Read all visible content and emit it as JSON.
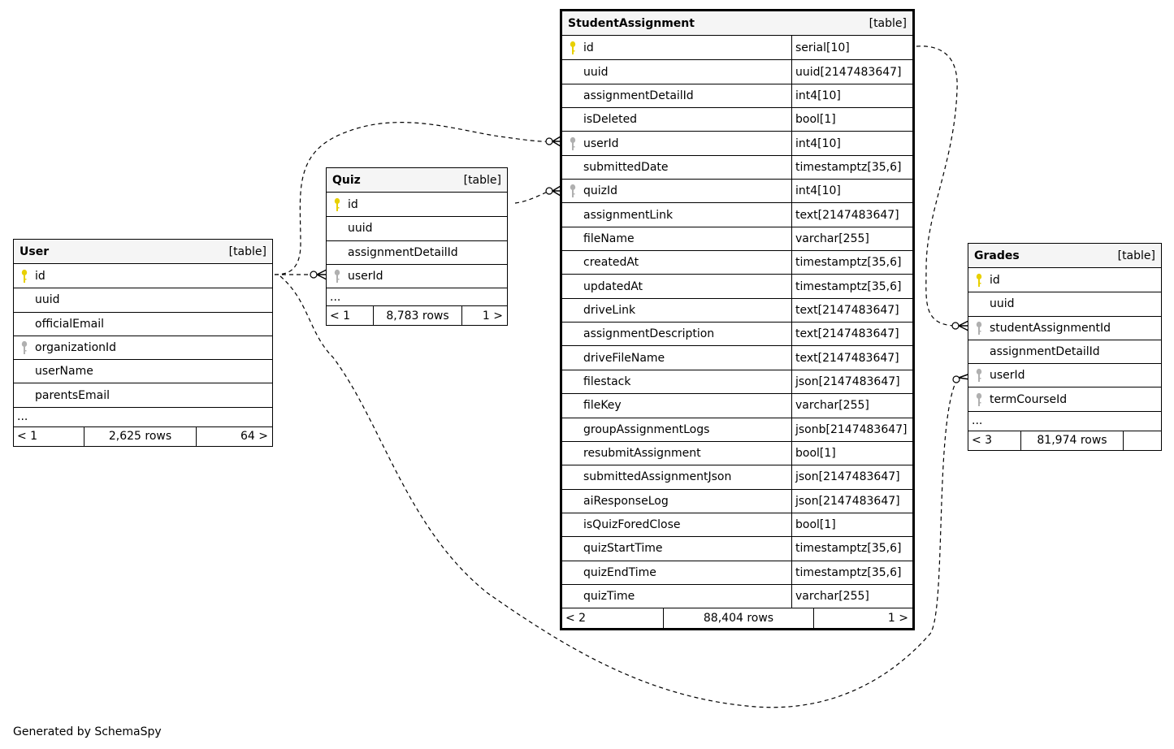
{
  "footer": "Generated by SchemaSpy",
  "tables": {
    "user": {
      "name": "User",
      "kind": "[table]",
      "columns": [
        {
          "name": "id",
          "key": "pk"
        },
        {
          "name": "uuid",
          "key": ""
        },
        {
          "name": "officialEmail",
          "key": ""
        },
        {
          "name": "organizationId",
          "key": "fk"
        },
        {
          "name": "userName",
          "key": ""
        },
        {
          "name": "parentsEmail",
          "key": ""
        }
      ],
      "more": "...",
      "footer": {
        "left": "< 1",
        "rows": "2,625 rows",
        "right": "64 >"
      }
    },
    "quiz": {
      "name": "Quiz",
      "kind": "[table]",
      "columns": [
        {
          "name": "id",
          "key": "pk"
        },
        {
          "name": "uuid",
          "key": ""
        },
        {
          "name": "assignmentDetailId",
          "key": ""
        },
        {
          "name": "userId",
          "key": "fk"
        }
      ],
      "more": "...",
      "footer": {
        "left": "< 1",
        "rows": "8,783 rows",
        "right": "1 >"
      }
    },
    "studentAssignment": {
      "name": "StudentAssignment",
      "kind": "[table]",
      "columns": [
        {
          "name": "id",
          "type": "serial[10]",
          "key": "pk"
        },
        {
          "name": "uuid",
          "type": "uuid[2147483647]",
          "key": ""
        },
        {
          "name": "assignmentDetailId",
          "type": "int4[10]",
          "key": ""
        },
        {
          "name": "isDeleted",
          "type": "bool[1]",
          "key": ""
        },
        {
          "name": "userId",
          "type": "int4[10]",
          "key": "fk"
        },
        {
          "name": "submittedDate",
          "type": "timestamptz[35,6]",
          "key": ""
        },
        {
          "name": "quizId",
          "type": "int4[10]",
          "key": "fk"
        },
        {
          "name": "assignmentLink",
          "type": "text[2147483647]",
          "key": ""
        },
        {
          "name": "fileName",
          "type": "varchar[255]",
          "key": ""
        },
        {
          "name": "createdAt",
          "type": "timestamptz[35,6]",
          "key": ""
        },
        {
          "name": "updatedAt",
          "type": "timestamptz[35,6]",
          "key": ""
        },
        {
          "name": "driveLink",
          "type": "text[2147483647]",
          "key": ""
        },
        {
          "name": "assignmentDescription",
          "type": "text[2147483647]",
          "key": ""
        },
        {
          "name": "driveFileName",
          "type": "text[2147483647]",
          "key": ""
        },
        {
          "name": "filestack",
          "type": "json[2147483647]",
          "key": ""
        },
        {
          "name": "fileKey",
          "type": "varchar[255]",
          "key": ""
        },
        {
          "name": "groupAssignmentLogs",
          "type": "jsonb[2147483647]",
          "key": ""
        },
        {
          "name": "resubmitAssignment",
          "type": "bool[1]",
          "key": ""
        },
        {
          "name": "submittedAssignmentJson",
          "type": "json[2147483647]",
          "key": ""
        },
        {
          "name": "aiResponseLog",
          "type": "json[2147483647]",
          "key": ""
        },
        {
          "name": "isQuizForedClose",
          "type": "bool[1]",
          "key": ""
        },
        {
          "name": "quizStartTime",
          "type": "timestamptz[35,6]",
          "key": ""
        },
        {
          "name": "quizEndTime",
          "type": "timestamptz[35,6]",
          "key": ""
        },
        {
          "name": "quizTime",
          "type": "varchar[255]",
          "key": ""
        }
      ],
      "footer": {
        "left": "< 2",
        "rows": "88,404 rows",
        "right": "1 >"
      }
    },
    "grades": {
      "name": "Grades",
      "kind": "[table]",
      "columns": [
        {
          "name": "id",
          "key": "pk"
        },
        {
          "name": "uuid",
          "key": ""
        },
        {
          "name": "studentAssignmentId",
          "key": "fk"
        },
        {
          "name": "assignmentDetailId",
          "key": ""
        },
        {
          "name": "userId",
          "key": "fk"
        },
        {
          "name": "termCourseId",
          "key": "fk"
        }
      ],
      "more": "...",
      "footer": {
        "left": "< 3",
        "rows": "81,974 rows",
        "right": ""
      }
    }
  },
  "colors": {
    "pk_key": "#e8d000",
    "fk_key": "#b0b0b0",
    "header_bg": "#f5f5f5"
  }
}
